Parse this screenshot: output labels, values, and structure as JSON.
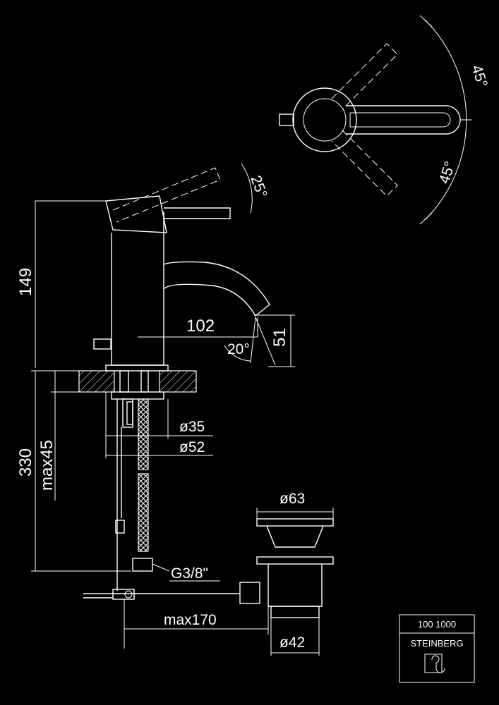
{
  "drawing": {
    "dimensions": {
      "height_total": "149",
      "height_below": "330",
      "max_thickness": "max45",
      "spout_reach": "102",
      "spout_height": "51",
      "lever_tilt": "25°",
      "spout_angle": "20°",
      "rotate_left": "45°",
      "rotate_right": "45°",
      "dia_inner": "ø35",
      "dia_outer": "ø52",
      "dia_waste_top": "ø63",
      "dia_waste_bottom": "ø42",
      "pop_up_rod": "max170",
      "connection": "G3/8\""
    },
    "title_block": {
      "code": "100 1000",
      "brand": "STEINBERG"
    }
  },
  "colors": {
    "background": "#000000",
    "lines": "#ffffff"
  }
}
